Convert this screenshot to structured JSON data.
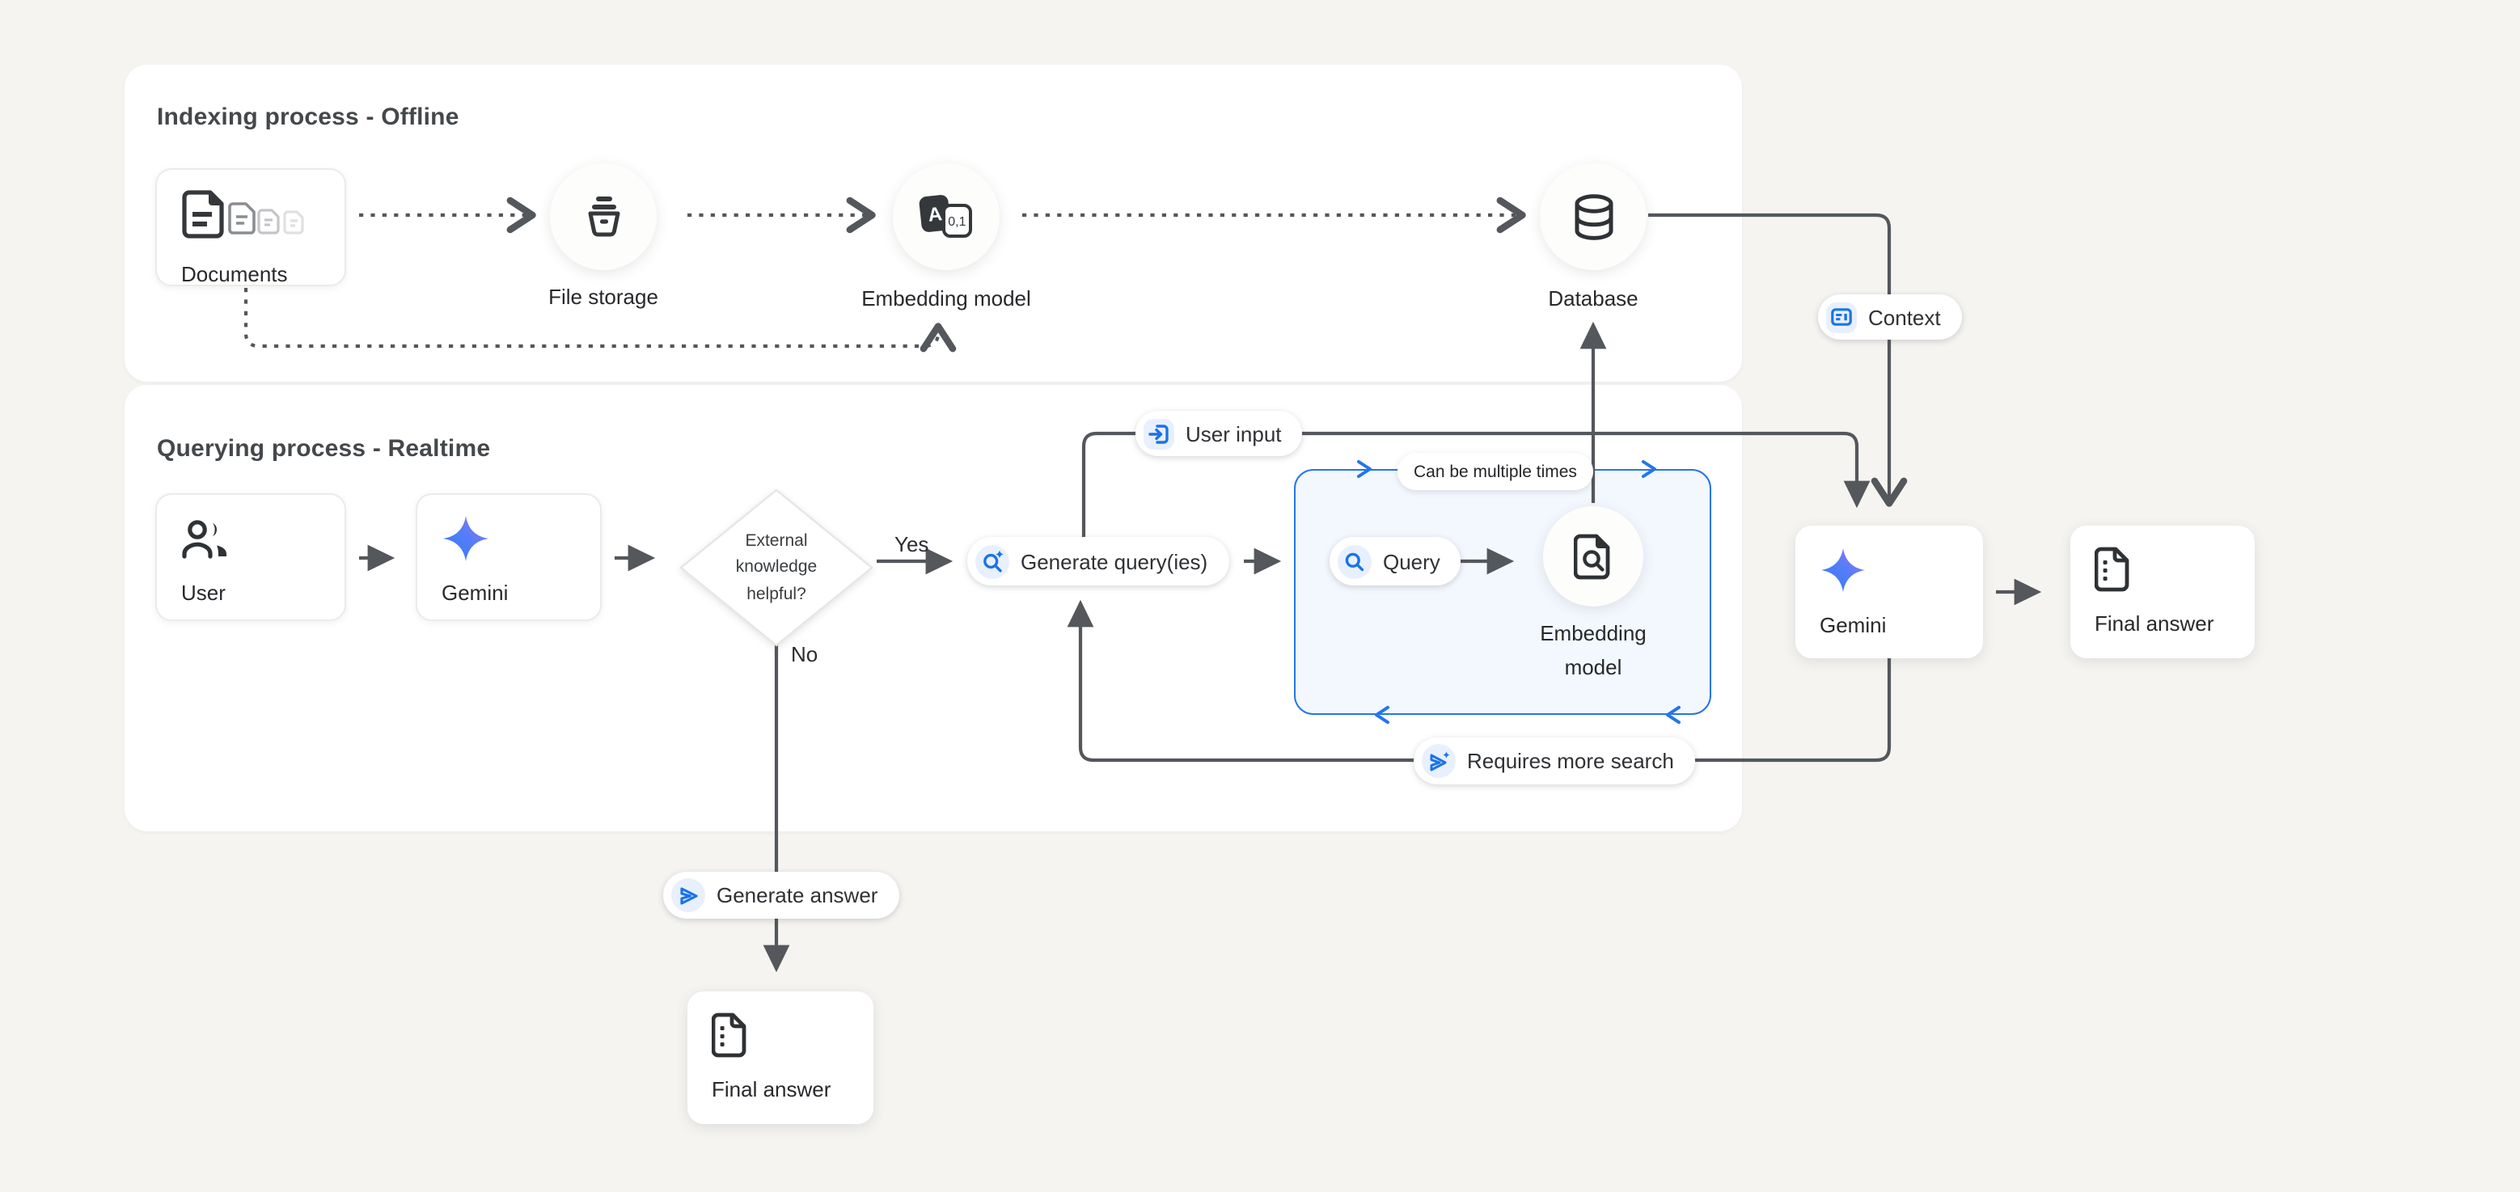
{
  "colors": {
    "background": "#f5f4f1",
    "panel": "#ffffff",
    "line_gray": "#54575b",
    "accent_blue": "#1a73e8",
    "chip_blue": "#e8f0fe",
    "loop_box_border": "#2476e8",
    "loop_box_fill": "#f3f8fe",
    "gemini_gradient_start": "#3079f8",
    "gemini_gradient_end": "#9b72f0"
  },
  "indexing": {
    "title": "Indexing process - Offline",
    "documents": "Documents",
    "file_storage": "File storage",
    "embedding_model": "Embedding model",
    "database": "Database"
  },
  "querying": {
    "title": "Querying process - Realtime",
    "user": "User",
    "gemini": "Gemini",
    "decision_line1": "External",
    "decision_line2": "knowledge",
    "decision_line3": "helpful?",
    "yes": "Yes",
    "no": "No",
    "generate_query": "Generate query(ies)",
    "query": "Query",
    "embedding_line1": "Embedding",
    "embedding_line2": "model",
    "gemini_final": "Gemini",
    "final_answer": "Final answer",
    "final_answer_no_path": "Final answer"
  },
  "badges": {
    "user_input": "User input",
    "can_be_multiple_times": "Can be multiple times",
    "context": "Context",
    "requires_more_search": "Requires more search",
    "generate_answer": "Generate answer"
  },
  "icon_glyphs": {
    "embedding_letter": "A",
    "embedding_digits": "0,1"
  },
  "icons": [
    "document-stack-icon",
    "file-storage-bucket-icon",
    "translate-embedding-icon",
    "database-cylinder-icon",
    "users-icon",
    "gemini-star-icon",
    "search-sparkle-icon",
    "search-icon",
    "document-search-icon",
    "document-dotted-icon",
    "input-arrow-icon",
    "context-card-icon",
    "send-sparkle-icon",
    "send-icon"
  ]
}
